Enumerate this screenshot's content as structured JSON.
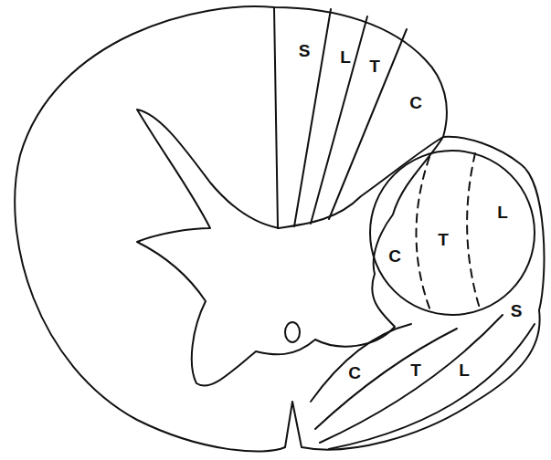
{
  "diagram": {
    "labels": [
      "S",
      "L",
      "T",
      "C",
      "C",
      "T",
      "L",
      "C",
      "T",
      "L",
      "S"
    ]
  }
}
